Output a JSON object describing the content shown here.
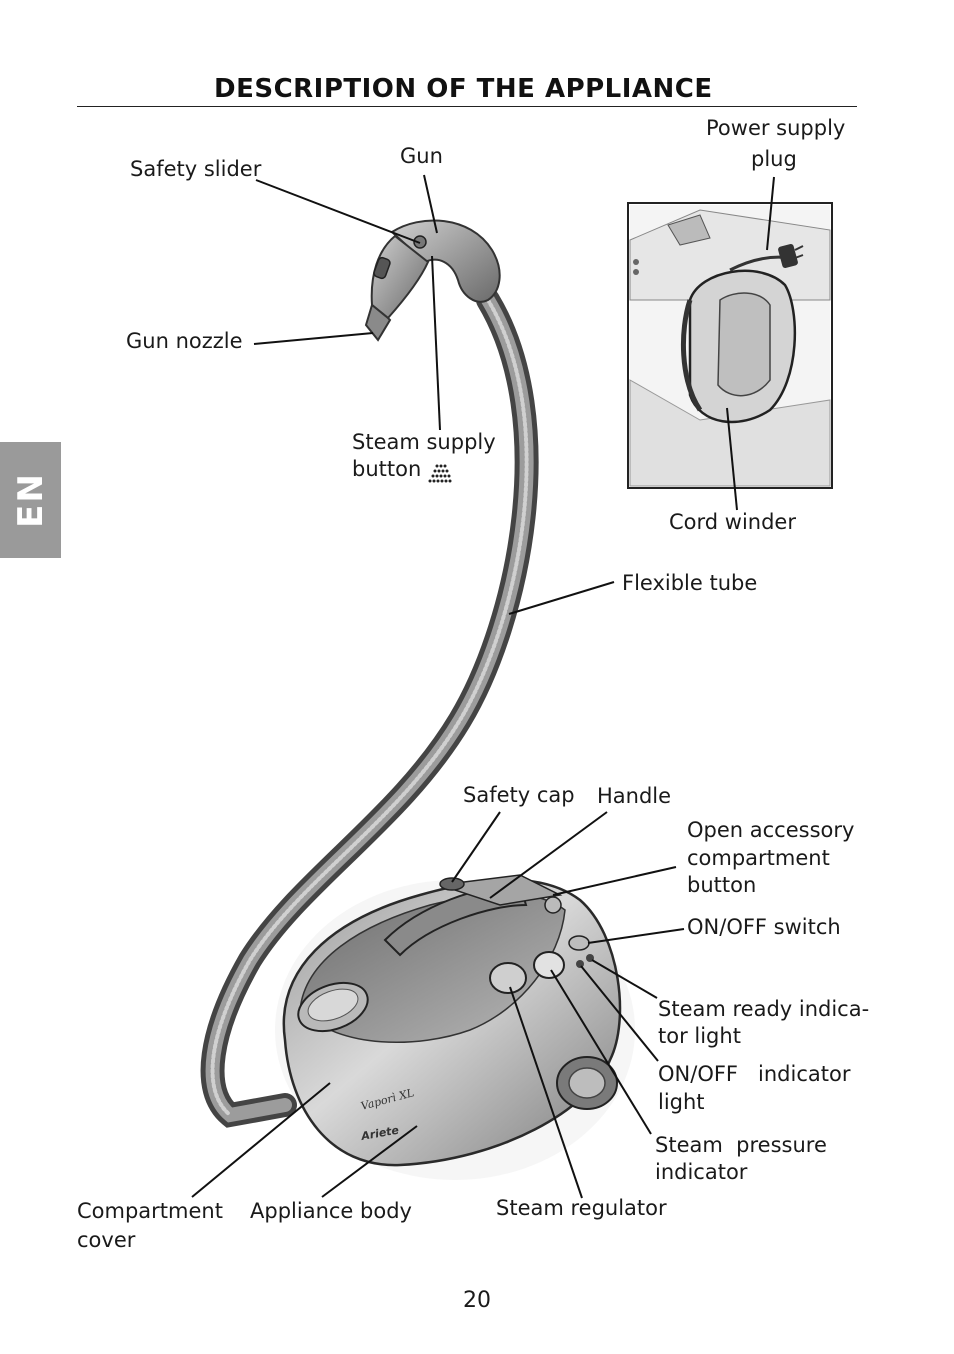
{
  "page": {
    "title": "DESCRIPTION OF THE APPLIANCE",
    "language_tab": "EN",
    "page_number": "20"
  },
  "labels": {
    "safety_slider": "Safety slider",
    "gun": "Gun",
    "power_supply_plug_1": "Power supply",
    "power_supply_plug_2": "plug",
    "gun_nozzle": "Gun nozzle",
    "steam_supply_button_1": "Steam supply",
    "steam_supply_button_2": "button",
    "cord_winder": "Cord winder",
    "flexible_tube": "Flexible tube",
    "safety_cap": "Safety cap",
    "handle": "Handle",
    "open_accessory_1": "Open accessory",
    "open_accessory_2": "compartment",
    "open_accessory_3": "button",
    "on_off_switch": "ON/OFF switch",
    "steam_ready_1": "Steam ready indica-",
    "steam_ready_2": "tor light",
    "on_off_indicator_1": "ON/OFF   indicator",
    "on_off_indicator_2": "light",
    "steam_pressure_1": "Steam  pressure",
    "steam_pressure_2": "indicator",
    "compartment_cover_1": "Compartment",
    "compartment_cover_2": "cover",
    "appliance_body": "Appliance body",
    "steam_regulator": "Steam regulator"
  },
  "product_marks": {
    "brand": "Ariete",
    "model": "Vaporì XL"
  }
}
